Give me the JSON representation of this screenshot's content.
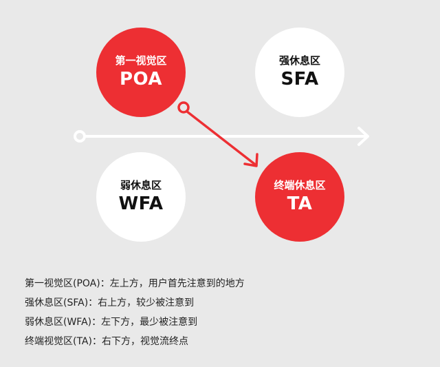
{
  "colors": {
    "background": "#e9e9e9",
    "accent_red": "#ed2f33",
    "white": "#ffffff"
  },
  "zones": {
    "poa": {
      "label": "第一视觉区",
      "abbr": "POA",
      "style": "red"
    },
    "sfa": {
      "label": "强休息区",
      "abbr": "SFA",
      "style": "white"
    },
    "wfa": {
      "label": "弱休息区",
      "abbr": "WFA",
      "style": "white"
    },
    "ta": {
      "label": "终端休息区",
      "abbr": "TA",
      "style": "red"
    }
  },
  "legend": [
    "第一视觉区(POA)：左上方，用户首先注意到的地方",
    "强休息区(SFA)：右上方，较少被注意到",
    "弱休息区(WFA)：左下方，最少被注意到",
    "终端视觉区(TA)：右下方，视觉流终点"
  ]
}
